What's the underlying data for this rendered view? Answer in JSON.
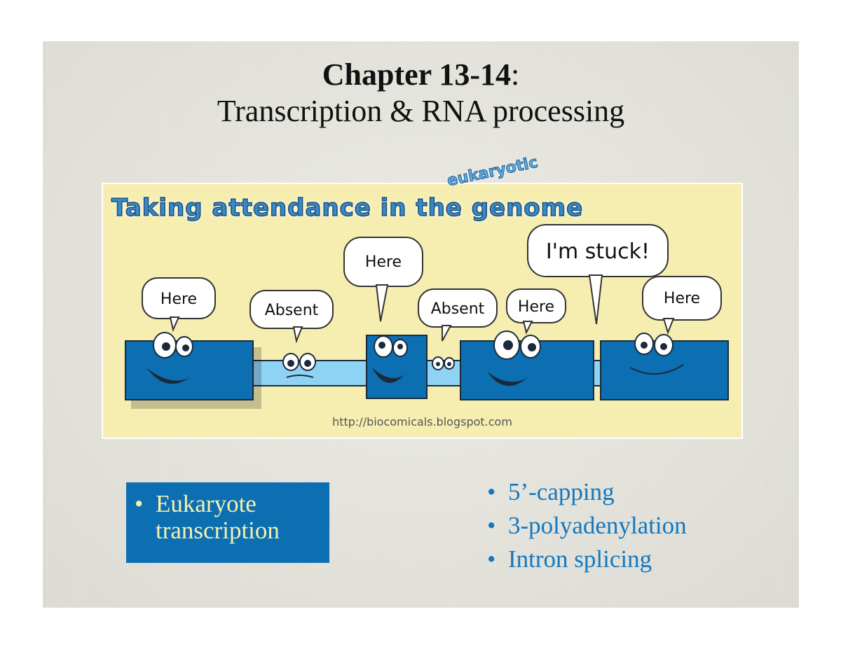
{
  "title": {
    "line1_bold": "Chapter 13-14",
    "line1_rest": ":",
    "line2": "Transcription & RNA processing"
  },
  "comic": {
    "heading": "Taking attendance in the genome",
    "overlay_word": "eukaryotic",
    "url": "http://biocomicals.blogspot.com",
    "bubbles": [
      "Here",
      "Absent",
      "Here",
      "Absent",
      "Here",
      "I'm stuck!",
      "Here"
    ],
    "colors": {
      "background": "#f6eeb0",
      "exon": "#0c6fb2",
      "intron": "#8fd3f4"
    }
  },
  "left_box": {
    "bullet": "•",
    "line1": "Eukaryote",
    "line2": "transcription",
    "background": "#0c6fb2",
    "text_color": "#f7f0b0"
  },
  "right_list": {
    "bullet": "•",
    "items": [
      "5’-capping",
      "3-polyadenylation",
      "Intron splicing"
    ],
    "text_color": "#1478be"
  }
}
